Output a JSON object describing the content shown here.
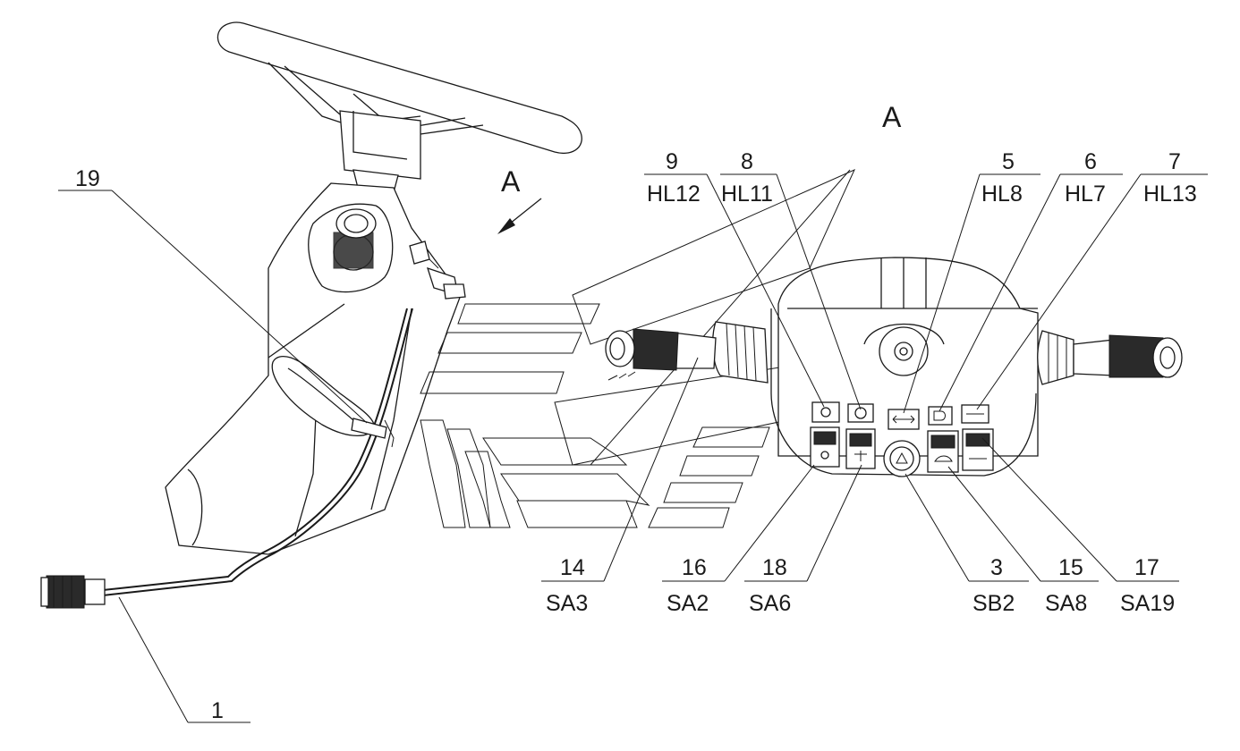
{
  "view": {
    "label_main": "A",
    "label_arrow": "A"
  },
  "callouts": [
    {
      "id": "c19",
      "number": "19",
      "code": ""
    },
    {
      "id": "c1",
      "number": "1",
      "code": ""
    },
    {
      "id": "c9",
      "number": "9",
      "code": "HL12"
    },
    {
      "id": "c8",
      "number": "8",
      "code": "HL11"
    },
    {
      "id": "c5",
      "number": "5",
      "code": "HL8"
    },
    {
      "id": "c6",
      "number": "6",
      "code": "HL7"
    },
    {
      "id": "c7",
      "number": "7",
      "code": "HL13"
    },
    {
      "id": "c14",
      "number": "14",
      "code": "SA3"
    },
    {
      "id": "c16",
      "number": "16",
      "code": "SA2"
    },
    {
      "id": "c18",
      "number": "18",
      "code": "SA6"
    },
    {
      "id": "c3",
      "number": "3",
      "code": "SB2"
    },
    {
      "id": "c15",
      "number": "15",
      "code": "SA8"
    },
    {
      "id": "c17",
      "number": "17",
      "code": "SA19"
    }
  ]
}
